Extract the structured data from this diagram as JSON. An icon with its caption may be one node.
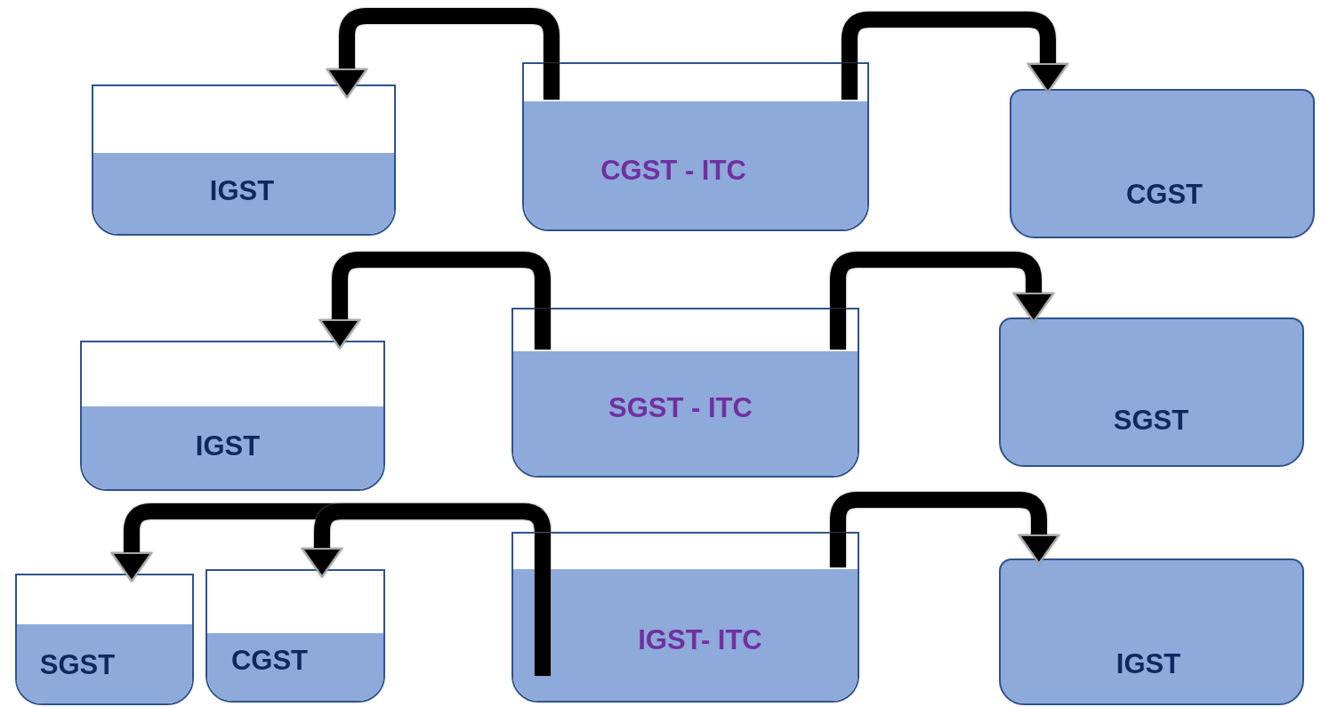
{
  "diagram": {
    "nodes": [
      {
        "text": [
          "IGST"
        ]
      },
      {
        "text": [
          "CGST - ITC"
        ]
      },
      {
        "text": [
          "CGST"
        ]
      },
      {
        "text": [
          "IGST"
        ]
      },
      {
        "text": [
          "SGST - ITC"
        ]
      },
      {
        "text": [
          "SGST"
        ]
      },
      {
        "text": [
          "SGST"
        ]
      },
      {
        "text": [
          "CGST"
        ]
      },
      {
        "text": [
          "IGST- ITC"
        ]
      },
      {
        "text": [
          "IGST"
        ]
      }
    ],
    "edges": [
      {
        "from": 1,
        "to": 0,
        "arrow": "to"
      },
      {
        "from": 1,
        "to": 2,
        "arrow": "to"
      },
      {
        "from": 4,
        "to": 3,
        "arrow": "to"
      },
      {
        "from": 4,
        "to": 5,
        "arrow": "to"
      },
      {
        "from": 8,
        "to": 6,
        "arrow": "to"
      },
      {
        "from": 8,
        "to": 7,
        "arrow": "to"
      },
      {
        "from": 8,
        "to": 9,
        "arrow": "to"
      }
    ]
  }
}
